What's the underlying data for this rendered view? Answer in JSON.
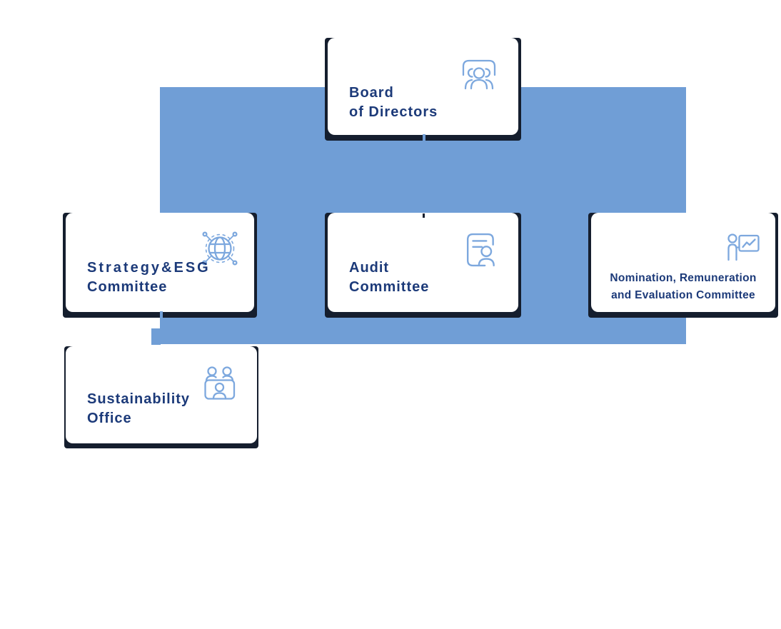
{
  "diagram": {
    "type": "org-chart",
    "nodes": {
      "board": {
        "line1": "Board",
        "line2": "of Directors",
        "icon": "board-meeting-icon"
      },
      "strategy": {
        "line1": "Strategy&ESG",
        "line2": "Committee",
        "icon": "global-network-icon"
      },
      "audit": {
        "line1": "Audit",
        "line2": "Committee",
        "icon": "audit-record-icon"
      },
      "nomination": {
        "line1": "Nomination, Remuneration",
        "line2": "and Evaluation Committee",
        "icon": "presenter-chart-icon"
      },
      "sustainability": {
        "line1": "Sustainability",
        "line2": "Office",
        "icon": "panel-meeting-icon"
      }
    },
    "edges": [
      {
        "from": "board",
        "to": "strategy"
      },
      {
        "from": "board",
        "to": "audit"
      },
      {
        "from": "board",
        "to": "nomination"
      },
      {
        "from": "strategy",
        "to": "sustainability"
      }
    ],
    "colors": {
      "band_blue": "#709ed6",
      "frame_navy": "#151e2e",
      "title_navy": "#1c3a79",
      "icon_blue": "#7da8de",
      "card_white": "#ffffff"
    }
  }
}
